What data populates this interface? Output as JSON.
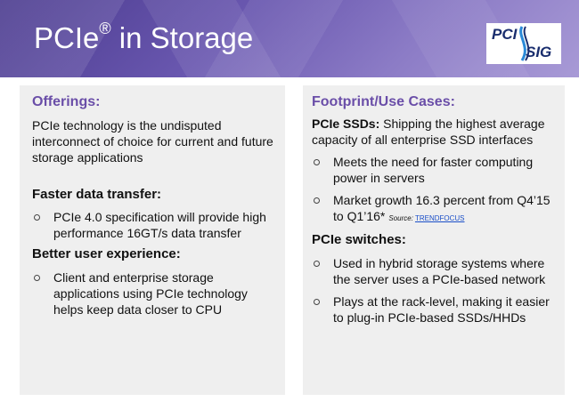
{
  "slide": {
    "title": "PCIe",
    "title_sup": "®",
    "title_rest": " in Storage",
    "logo": {
      "top": "PCI",
      "bottom": "SIG"
    }
  },
  "left": {
    "heading": "Offerings:",
    "intro": "PCIe technology is the undisputed interconnect of choice for current and future storage applications",
    "section1": {
      "heading": "Faster data transfer:",
      "bullets": [
        "PCIe 4.0 specification will provide high performance 16GT/s data transfer"
      ]
    },
    "section2": {
      "heading": "Better user experience:",
      "bullets": [
        "Client and enterprise storage applications using PCIe technology helps keep data closer to CPU"
      ]
    }
  },
  "right": {
    "heading": "Footprint/Use Cases:",
    "ssd": {
      "label": "PCIe SSDs:",
      "text": " Shipping the highest average capacity of all enterprise SSD interfaces",
      "bullets": [
        "Meets the need for faster computing power in servers",
        "Market growth 16.3 percent from Q4’15 to Q1’16*"
      ],
      "source_label": "Source:",
      "source_link": "TRENDFOCUS"
    },
    "switches": {
      "label": "PCIe switches:",
      "bullets": [
        "Used in hybrid storage systems where the server uses a PCIe-based network",
        "Plays at the rack-level, making it easier to plug-in PCIe-based SSDs/HHDs"
      ]
    }
  },
  "colors": {
    "accent": "#6a4ea8",
    "header": "#5b4aa0",
    "panel": "#efefef",
    "link": "#1a4ec8"
  }
}
